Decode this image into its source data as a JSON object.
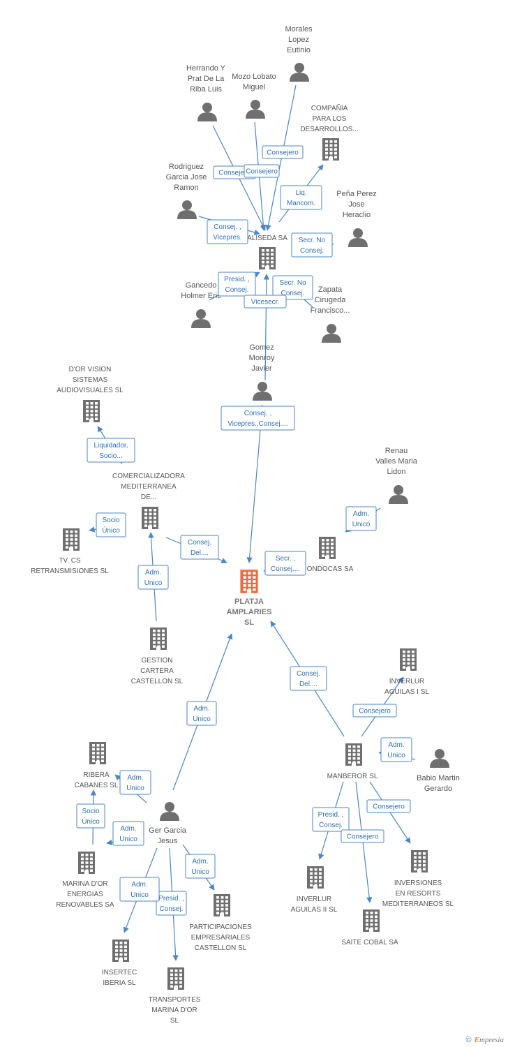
{
  "colors": {
    "edge": "#4a86c8",
    "icon": "#6f6f6f",
    "main_icon": "#f06a3e",
    "label": "#555555"
  },
  "nodes": [
    {
      "id": "platja",
      "type": "company",
      "main": true,
      "lines": [
        "PLATJA",
        "AMPLARIES",
        "SL"
      ]
    },
    {
      "id": "aliseda",
      "type": "company",
      "lines": [
        "ALISEDA SA"
      ]
    },
    {
      "id": "morales",
      "type": "person",
      "lines": [
        "Morales",
        "Lopez",
        "Eutinio"
      ]
    },
    {
      "id": "herrando",
      "type": "person",
      "lines": [
        "Herrando Y",
        "Prat De La",
        "Riba Luis"
      ]
    },
    {
      "id": "mozo",
      "type": "person",
      "lines": [
        "Mozo Lobato",
        "Miguel"
      ]
    },
    {
      "id": "compania",
      "type": "company",
      "lines": [
        "COMPAÑIA",
        "PARA LOS",
        "DESARROLLOS..."
      ]
    },
    {
      "id": "rodriguez",
      "type": "person",
      "lines": [
        "Rodriguez",
        "Garcia Jose",
        "Ramon"
      ]
    },
    {
      "id": "pena",
      "type": "person",
      "lines": [
        "Peña Perez",
        "Jose",
        "Heraclio"
      ]
    },
    {
      "id": "gancedo",
      "type": "person",
      "lines": [
        "Gancedo",
        "Holmer Eric"
      ]
    },
    {
      "id": "zapata",
      "type": "person",
      "lines": [
        "Zapata",
        "Cirugeda",
        "Francisco..."
      ]
    },
    {
      "id": "gomez",
      "type": "person",
      "lines": [
        "Gomez",
        "Monroy",
        "Javier"
      ]
    },
    {
      "id": "dor",
      "type": "company",
      "lines": [
        "D'OR VISION",
        "SISTEMAS",
        "AUDIOVISUALES SL"
      ]
    },
    {
      "id": "comercializadora",
      "type": "company",
      "lines": [
        "COMERCIALIZADORA",
        "MEDITERRANEA",
        "DE..."
      ]
    },
    {
      "id": "tv",
      "type": "company",
      "lines": [
        "TV.  CS",
        "RETRANSMISIONES SL"
      ]
    },
    {
      "id": "gestion",
      "type": "company",
      "lines": [
        "GESTION",
        "CARTERA",
        "CASTELLON SL"
      ]
    },
    {
      "id": "renau",
      "type": "person",
      "lines": [
        "Renau",
        "Valles Maria",
        "Lidon"
      ]
    },
    {
      "id": "ondocas",
      "type": "company",
      "lines": [
        "ONDOCAS SA"
      ]
    },
    {
      "id": "inverlur1",
      "type": "company",
      "lines": [
        "INVERLUR",
        "AGUILAS I SL"
      ]
    },
    {
      "id": "manberor",
      "type": "company",
      "lines": [
        "MANBEROR SL"
      ]
    },
    {
      "id": "babio",
      "type": "person",
      "lines": [
        "Babio Martin",
        "Gerardo"
      ]
    },
    {
      "id": "ribera",
      "type": "company",
      "lines": [
        "RIBERA",
        "CABANES  SL"
      ]
    },
    {
      "id": "ger",
      "type": "person",
      "lines": [
        "Ger Garcia",
        "Jesus"
      ]
    },
    {
      "id": "marina",
      "type": "company",
      "lines": [
        "MARINA D'OR",
        "ENERGIAS",
        "RENOVABLES SA"
      ]
    },
    {
      "id": "participaciones",
      "type": "company",
      "lines": [
        "PARTICIPACIONES",
        "EMPRESARIALES",
        "CASTELLON SL"
      ]
    },
    {
      "id": "insertec",
      "type": "company",
      "lines": [
        "INSERTEC",
        "IBERIA SL"
      ]
    },
    {
      "id": "transportes",
      "type": "company",
      "lines": [
        "TRANSPORTES",
        "MARINA D'OR",
        "SL"
      ]
    },
    {
      "id": "inverlur2",
      "type": "company",
      "lines": [
        "INVERLUR",
        "AGUILAS II SL"
      ]
    },
    {
      "id": "saite",
      "type": "company",
      "lines": [
        "SAITE COBAL SA"
      ]
    },
    {
      "id": "inversiones",
      "type": "company",
      "lines": [
        "INVERSIONES",
        "EN RESORTS",
        "MEDITERRANEOS SL"
      ]
    }
  ],
  "edge_labels": [
    {
      "lines": [
        "Consejero"
      ]
    },
    {
      "lines": [
        "Consejero"
      ]
    },
    {
      "lines": [
        "Consejero"
      ]
    },
    {
      "lines": [
        "Liq.",
        "Mancom."
      ]
    },
    {
      "lines": [
        "Consej. ,",
        "Vicepres."
      ]
    },
    {
      "lines": [
        "Secr.  No",
        "Consej."
      ]
    },
    {
      "lines": [
        "Presid. ,",
        "Consej."
      ]
    },
    {
      "lines": [
        "Secr.  No",
        "Consej."
      ]
    },
    {
      "lines": [
        "Vicesecr."
      ]
    },
    {
      "lines": [
        "Consej. ,",
        "Vicepres.,Consej...."
      ]
    },
    {
      "lines": [
        "Liquidador,",
        "Socio..."
      ]
    },
    {
      "lines": [
        "Socio",
        "Único"
      ]
    },
    {
      "lines": [
        "Consej.",
        "Del...."
      ]
    },
    {
      "lines": [
        "Adm.",
        "Unico"
      ]
    },
    {
      "lines": [
        "Adm.",
        "Unico"
      ]
    },
    {
      "lines": [
        "Secr. ,",
        "Consej...."
      ]
    },
    {
      "lines": [
        "Consej.",
        "Del...."
      ]
    },
    {
      "lines": [
        "Consejero"
      ]
    },
    {
      "lines": [
        "Adm.",
        "Unico"
      ]
    },
    {
      "lines": [
        "Adm.",
        "Unico"
      ]
    },
    {
      "lines": [
        "Adm.",
        "Unico"
      ]
    },
    {
      "lines": [
        "Socio",
        "Único"
      ]
    },
    {
      "lines": [
        "Adm.",
        "Unico"
      ]
    },
    {
      "lines": [
        "Adm.",
        "Unico"
      ]
    },
    {
      "lines": [
        "Presid. ,",
        "Consej."
      ]
    },
    {
      "lines": [
        "Adm.",
        "Unico"
      ]
    },
    {
      "lines": [
        "Presid. ,",
        "Consej."
      ]
    },
    {
      "lines": [
        "Consejero"
      ]
    },
    {
      "lines": [
        "Consejero"
      ]
    }
  ],
  "footer": {
    "copyright": "©",
    "brand_first": "E",
    "brand_rest": "mpresia"
  }
}
